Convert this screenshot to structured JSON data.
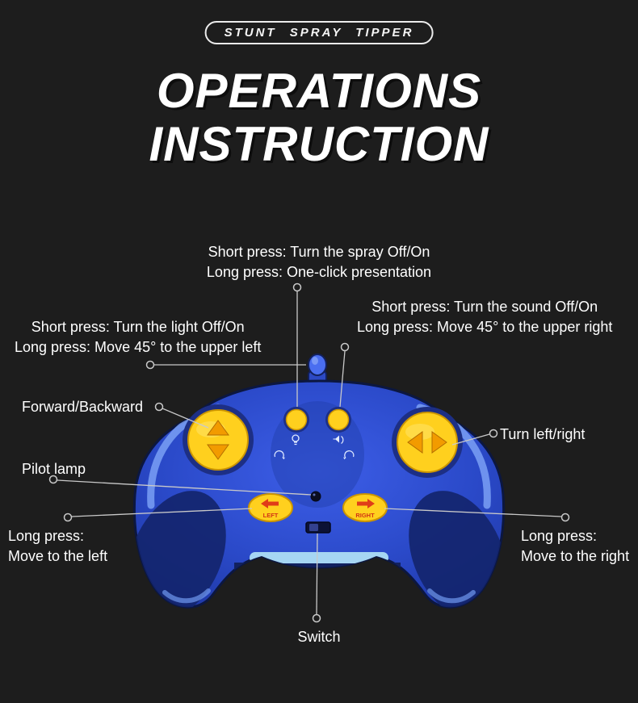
{
  "badge": {
    "label": "STUNT SPRAY TIPPER"
  },
  "title": {
    "line1": "OPERATIONS",
    "line2": "INSTRUCTION"
  },
  "annotations": {
    "spray": {
      "line1": "Short press: Turn the spray Off/On",
      "line2": "Long press: One-click presentation"
    },
    "sound": {
      "line1": "Short press: Turn the sound Off/On",
      "line2": "Long press: Move 45° to the upper right"
    },
    "light": {
      "line1": "Short press: Turn the light Off/On",
      "line2": "Long press: Move 45° to the upper left"
    },
    "forward_backward": "Forward/Backward",
    "turn": "Turn left/right",
    "pilot_lamp": "Pilot lamp",
    "long_press_left": {
      "line1": "Long press:",
      "line2": "Move to the left"
    },
    "long_press_right": {
      "line1": "Long press:",
      "line2": "Move to the right"
    },
    "switch": "Switch"
  },
  "controller": {
    "left_button_label": "LEFT",
    "right_button_label": "RIGHT"
  },
  "colors": {
    "background": "#1d1d1d",
    "text": "#ffffff",
    "body_blue": "#2a49c8",
    "dark_navy": "#14256e",
    "light_blue": "#7aa0f4",
    "chin_light_blue": "#a6d6f3",
    "button_yellow": "#ffd01e",
    "arrow_orange": "#f29b00",
    "accent_red": "#e03c18",
    "callout_line": "#c9c9c9"
  }
}
